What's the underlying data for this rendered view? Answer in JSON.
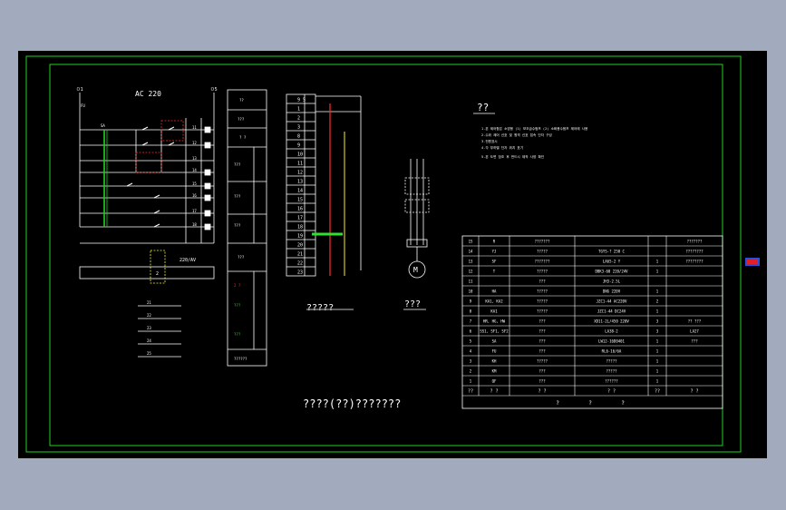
{
  "circuit": {
    "supply_label": "AC 220",
    "supply_left": "ㅁ1",
    "supply_right": "ㅁ5",
    "fuse_label": "FU",
    "rung_labels": [
      {
        "left": "SA",
        "mid": "",
        "right": "11"
      },
      {
        "left": "",
        "mid": "",
        "right": "12"
      },
      {
        "left": "",
        "mid": "",
        "right": "13"
      },
      {
        "left": "",
        "mid": "",
        "right": "14"
      },
      {
        "left": "",
        "mid": "",
        "right": "15"
      },
      {
        "left": "",
        "mid": "",
        "right": "16"
      },
      {
        "left": "",
        "mid": "",
        "right": "17"
      },
      {
        "left": "",
        "mid": "",
        "right": "18"
      }
    ],
    "bottom_labels": [
      "220/AV",
      "2"
    ],
    "contact_rows": [
      "21",
      "22",
      "23",
      "24",
      "25"
    ]
  },
  "function_table": {
    "cells": [
      "??",
      "???",
      "?  ?",
      "???",
      "???",
      "???",
      "???",
      "???",
      "?  ?",
      "???",
      "???",
      "??????"
    ],
    "marked": [
      "2  ?",
      "???",
      "???"
    ]
  },
  "terminal_strip": {
    "title": "?????",
    "rows": [
      "9  5",
      "1",
      "2",
      "3",
      "8",
      "9",
      "10",
      "11",
      "12",
      "13",
      "14",
      "15",
      "16",
      "17",
      "18",
      "19",
      "20",
      "21",
      "22",
      "23"
    ]
  },
  "motor": {
    "title": "???",
    "symbol": "M"
  },
  "notes": {
    "heading": "??",
    "lines": [
      "1.본 제어함은 소방용 (1) 보조급수펌프 (2) 소화용수펌프 제어에 사용",
      "2.수위 제어 신호 및 원격 신호 접속 단자 구성",
      "3.전원표시",
      "4.각 부하별 단자 위치 표기",
      "5.본 도면 참조 후 반드시 제작 사양 확인"
    ]
  },
  "bom": {
    "header": [
      "???",
      "?",
      "?",
      "???"
    ],
    "rows": [
      {
        "no": "15",
        "sym": "R",
        "name": "???????",
        "spec": "",
        "qty": "",
        "note": "???????"
      },
      {
        "no": "14",
        "sym": "YJ",
        "name": "?????",
        "spec": "TGYS-? 250 C",
        "qty": "",
        "note": "????????"
      },
      {
        "no": "13",
        "sym": "SF",
        "name": "???????",
        "spec": "LA65-2 Y",
        "qty": "1",
        "note": "????????"
      },
      {
        "no": "12",
        "sym": "T",
        "name": "?????",
        "spec": "DBK3-60 220/24V",
        "qty": "1",
        "note": ""
      },
      {
        "no": "11",
        "sym": "",
        "name": "???",
        "spec": "JH3-2.5L",
        "qty": "",
        "note": ""
      },
      {
        "no": "10",
        "sym": "HA",
        "name": "?????",
        "spec": "DNG 220V",
        "qty": "1",
        "note": ""
      },
      {
        "no": "9",
        "sym": "KA1, KA2",
        "name": "?????",
        "spec": "JZC1-44 AC220V",
        "qty": "2",
        "note": ""
      },
      {
        "no": "8",
        "sym": "KA1",
        "name": "?????",
        "spec": "JZC1-44 DC24V",
        "qty": "1",
        "note": ""
      },
      {
        "no": "7",
        "sym": "HR, HG, HW",
        "name": "???",
        "spec": "XD11-2L/450 220V",
        "qty": "3",
        "note": "?? ???"
      },
      {
        "no": "6",
        "sym": "SS1, SF1, SF2",
        "name": "???",
        "spec": "LA38-2",
        "qty": "3",
        "note": "LA27"
      },
      {
        "no": "5",
        "sym": "SA",
        "name": "???",
        "spec": "LW12-16D0401",
        "qty": "1",
        "note": "???"
      },
      {
        "no": "4",
        "sym": "FU",
        "name": "???",
        "spec": "RL6-16/6A",
        "qty": "1",
        "note": ""
      },
      {
        "no": "3",
        "sym": "KH",
        "name": "?????",
        "spec": "?????",
        "qty": "1",
        "note": ""
      },
      {
        "no": "2",
        "sym": "KM",
        "name": "???",
        "spec": "?????",
        "qty": "1",
        "note": ""
      },
      {
        "no": "1",
        "sym": "QF",
        "name": "???",
        "spec": "??????",
        "qty": "1",
        "note": ""
      }
    ],
    "footer_row": [
      "??",
      "?  ?",
      "?  ?",
      "?  ?",
      "??",
      "?  ?"
    ],
    "footer_bottom": [
      "?",
      "?",
      "?"
    ]
  },
  "drawing_title": "????(??)???????",
  "colors": {
    "frame": "#1fd21f",
    "background": "#000000",
    "line": "#ffffff",
    "red": "#ff2a2a",
    "yellow": "#f5f11e",
    "green": "#2fe02f"
  }
}
